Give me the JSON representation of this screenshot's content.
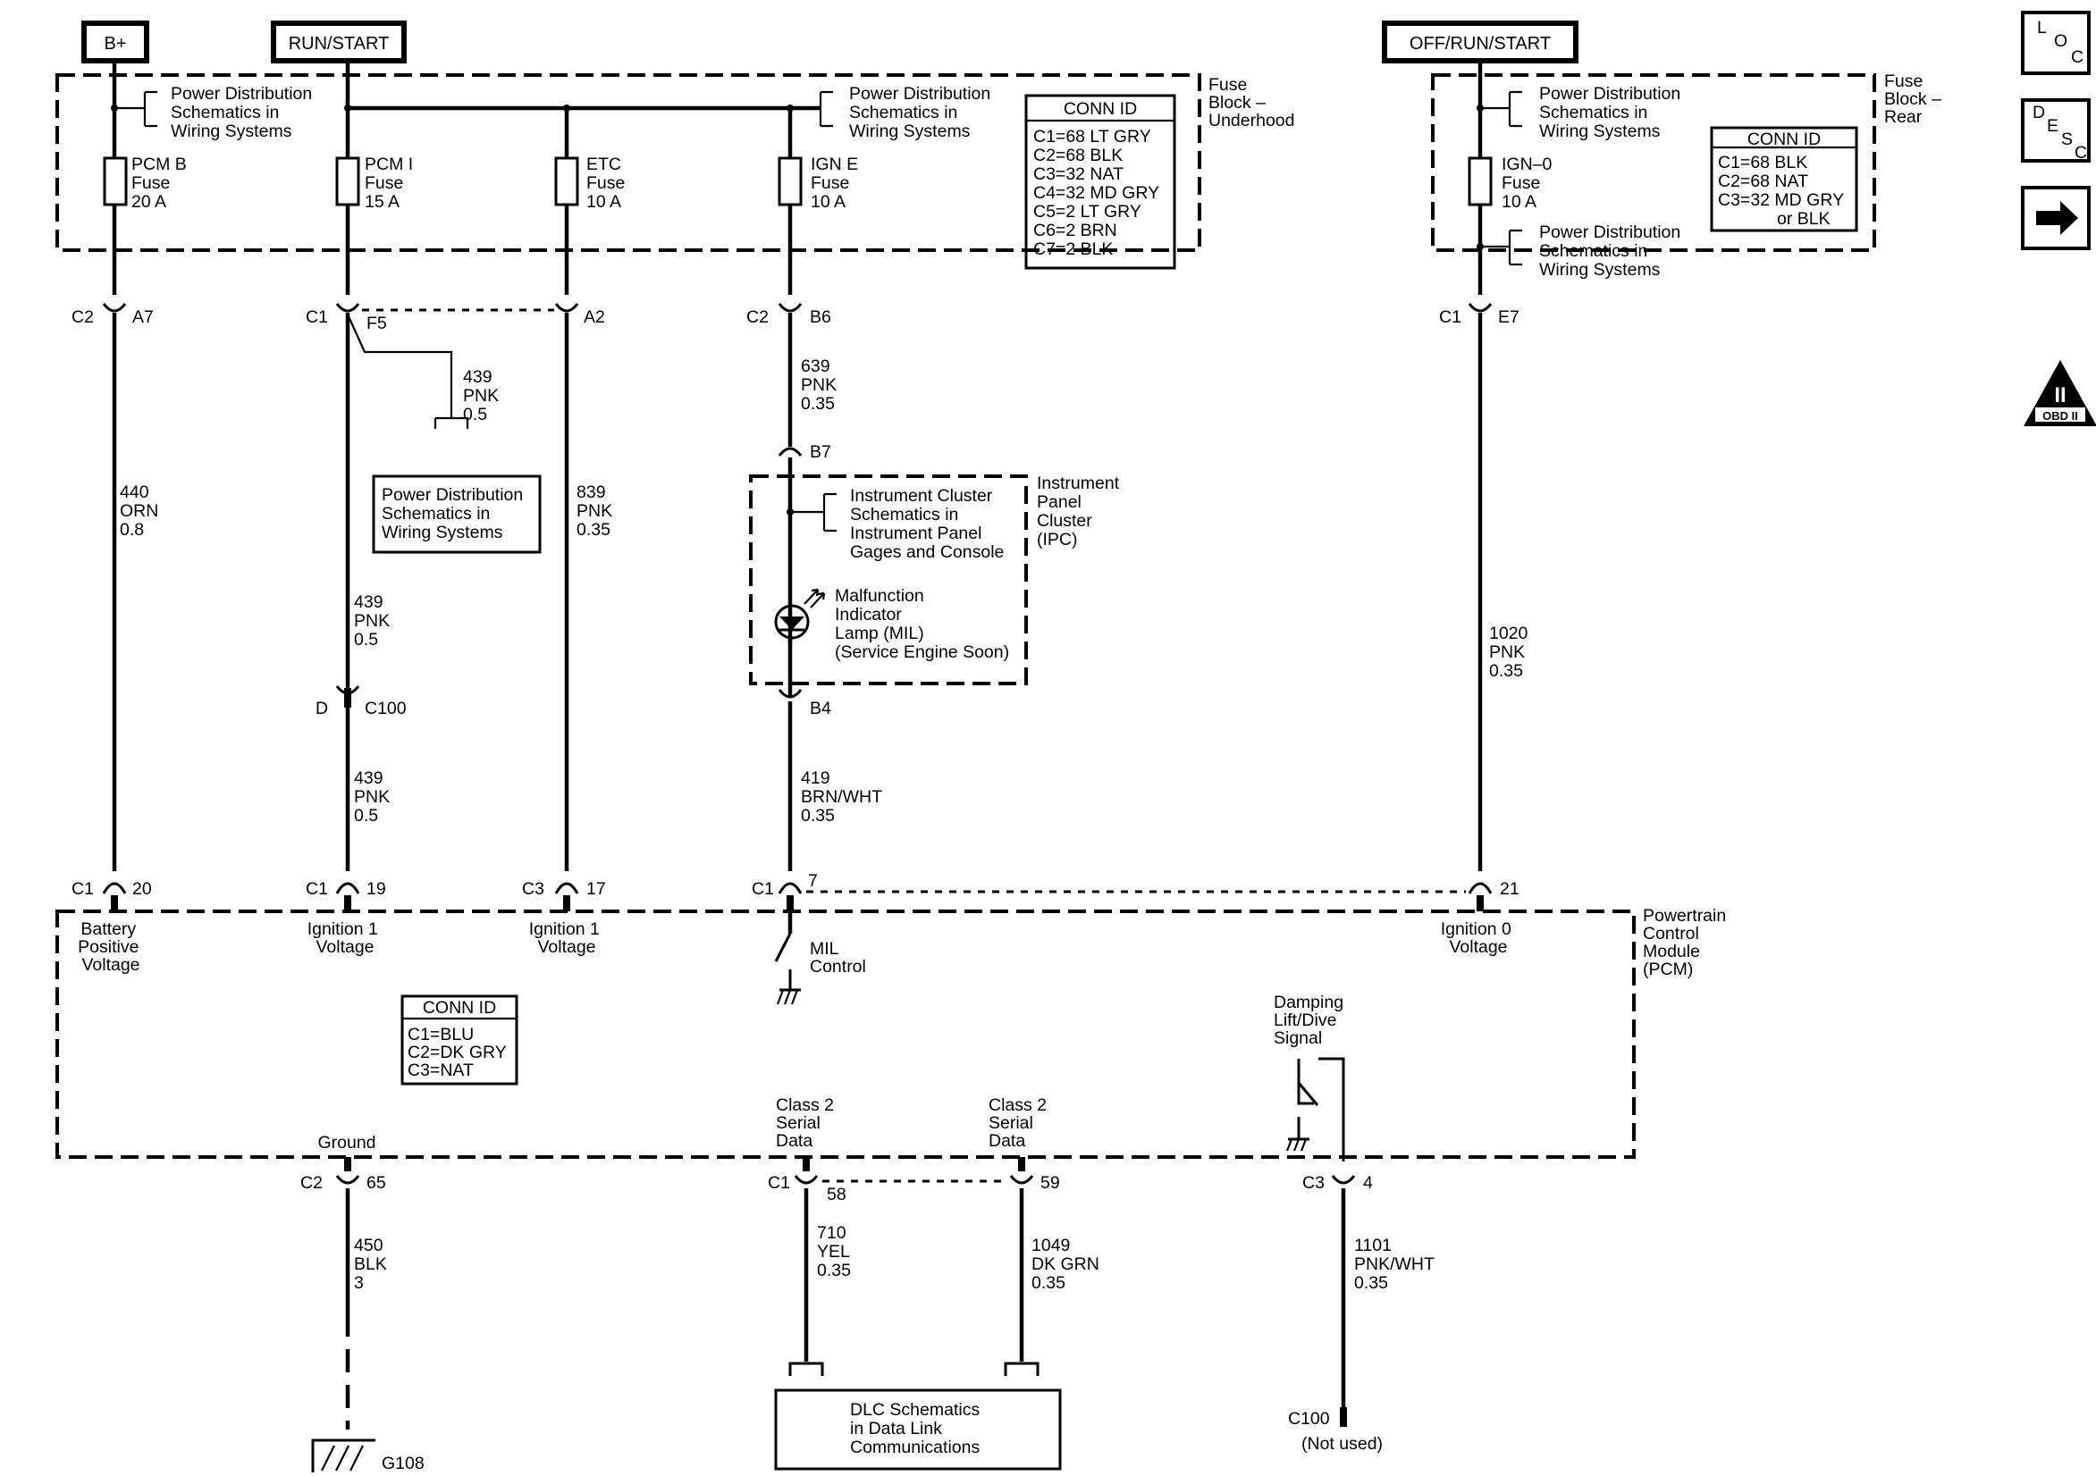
{
  "supplies": {
    "bplus": "B+",
    "run_start": "RUN/START",
    "off_run_start": "OFF/RUN/START"
  },
  "fuse_block_underhood": {
    "title": [
      "Fuse",
      "Block –",
      "Underhood"
    ],
    "power_dist": [
      "Power Distribution",
      "Schematics in",
      "Wiring Systems"
    ],
    "fuses": [
      {
        "lines": [
          "PCM B",
          "Fuse",
          "20 A"
        ]
      },
      {
        "lines": [
          "PCM I",
          "Fuse",
          "15 A"
        ]
      },
      {
        "lines": [
          "ETC",
          "Fuse",
          "10 A"
        ]
      },
      {
        "lines": [
          "IGN E",
          "Fuse",
          "10 A"
        ]
      }
    ],
    "conn_id": {
      "title": "CONN ID",
      "lines": [
        "C1=68 LT GRY",
        "C2=68 BLK",
        "C3=32 NAT",
        "C4=32 MD GRY",
        "C5=2 LT GRY",
        "C6=2 BRN",
        "C7=2 BLK"
      ]
    }
  },
  "fuse_block_rear": {
    "title": [
      "Fuse",
      "Block –",
      "Rear"
    ],
    "power_dist": [
      "Power Distribution",
      "Schematics in",
      "Wiring  Systems"
    ],
    "fuse": [
      "IGN–0",
      "Fuse",
      "10 A"
    ],
    "conn_id": {
      "title": "CONN ID",
      "lines": [
        "C1=68 BLK",
        "C2=68 NAT",
        "C3=32 MD GRY",
        "or BLK"
      ]
    }
  },
  "connectors": {
    "c2_a7": [
      "C2",
      "A7"
    ],
    "c1_f5": [
      "C1",
      "F5"
    ],
    "a2": "A2",
    "c2_b6": [
      "C2",
      "B6"
    ],
    "c1_e7": [
      "C1",
      "E7"
    ],
    "b7": "B7",
    "b4": "B4",
    "c100": [
      "D",
      "C100"
    ],
    "pcm_c1_20": [
      "C1",
      "20"
    ],
    "pcm_c1_19": [
      "C1",
      "19"
    ],
    "pcm_c3_17": [
      "C3",
      "17"
    ],
    "pcm_c1_7": [
      "C1",
      "7"
    ],
    "pcm_21": "21",
    "pcm_c2_65": [
      "C2",
      "65"
    ],
    "pcm_c1_58": [
      "C1",
      "58"
    ],
    "pcm_59": "59",
    "pcm_c3_4": [
      "C3",
      "4"
    ]
  },
  "wires": {
    "w440": [
      "440",
      "ORN",
      "0.8"
    ],
    "w439_branch": [
      "439",
      "PNK",
      "0.5"
    ],
    "w439_upper": [
      "439",
      "PNK",
      "0.5"
    ],
    "w439_lower": [
      "439",
      "PNK",
      "0.5"
    ],
    "w839": [
      "839",
      "PNK",
      "0.35"
    ],
    "w639": [
      "639",
      "PNK",
      "0.35"
    ],
    "w419": [
      "419",
      "BRN/WHT",
      "0.35"
    ],
    "w1020": [
      "1020",
      "PNK",
      "0.35"
    ],
    "w450": [
      "450",
      "BLK",
      "3"
    ],
    "w710": [
      "710",
      "YEL",
      "0.35"
    ],
    "w1049": [
      "1049",
      "DK GRN",
      "0.35"
    ],
    "w1101": [
      "1101",
      "PNK/WHT",
      "0.35"
    ]
  },
  "power_dist_box": [
    "Power Distribution",
    "Schematics in",
    "Wiring Systems"
  ],
  "ipc": {
    "title": [
      "Instrument",
      "Panel",
      "Cluster",
      "(IPC)"
    ],
    "ref": [
      "Instrument  Cluster",
      "Schematics in",
      "Instrument Panel",
      "Gages and Console"
    ],
    "mil": [
      "Malfunction",
      "Indicator",
      "Lamp (MIL)",
      "(Service Engine Soon)"
    ]
  },
  "pcm": {
    "title": [
      "Powertrain",
      "Control",
      "Module",
      "(PCM)"
    ],
    "batt": [
      "Battery",
      "Positive",
      "Voltage"
    ],
    "ign1_a": [
      "Ignition 1",
      "Voltage"
    ],
    "ign1_b": [
      "Ignition 1",
      "Voltage"
    ],
    "mil_ctrl": [
      "MIL",
      "Control"
    ],
    "ign0": [
      "Ignition 0",
      "Voltage"
    ],
    "damping": [
      "Damping",
      "Lift/Dive",
      "Signal"
    ],
    "ground": "Ground",
    "serial1": [
      "Class 2",
      "Serial",
      "Data"
    ],
    "serial2": [
      "Class 2",
      "Serial",
      "Data"
    ],
    "conn_id": {
      "title": "CONN ID",
      "lines": [
        "C1=BLU",
        "C2=DK GRY",
        "C3=NAT"
      ]
    }
  },
  "dlc": [
    "DLC Schematics",
    "in Data Link",
    "Communications"
  ],
  "ground_label": "G108",
  "c100_bottom": [
    "C100",
    "(Not used)"
  ],
  "nav": {
    "loc": [
      "L",
      "O",
      "C"
    ],
    "desc": [
      "D",
      "E",
      "S",
      "C"
    ],
    "next_icon": "arrow-right-icon",
    "obd": [
      "II",
      "OBD II"
    ]
  }
}
